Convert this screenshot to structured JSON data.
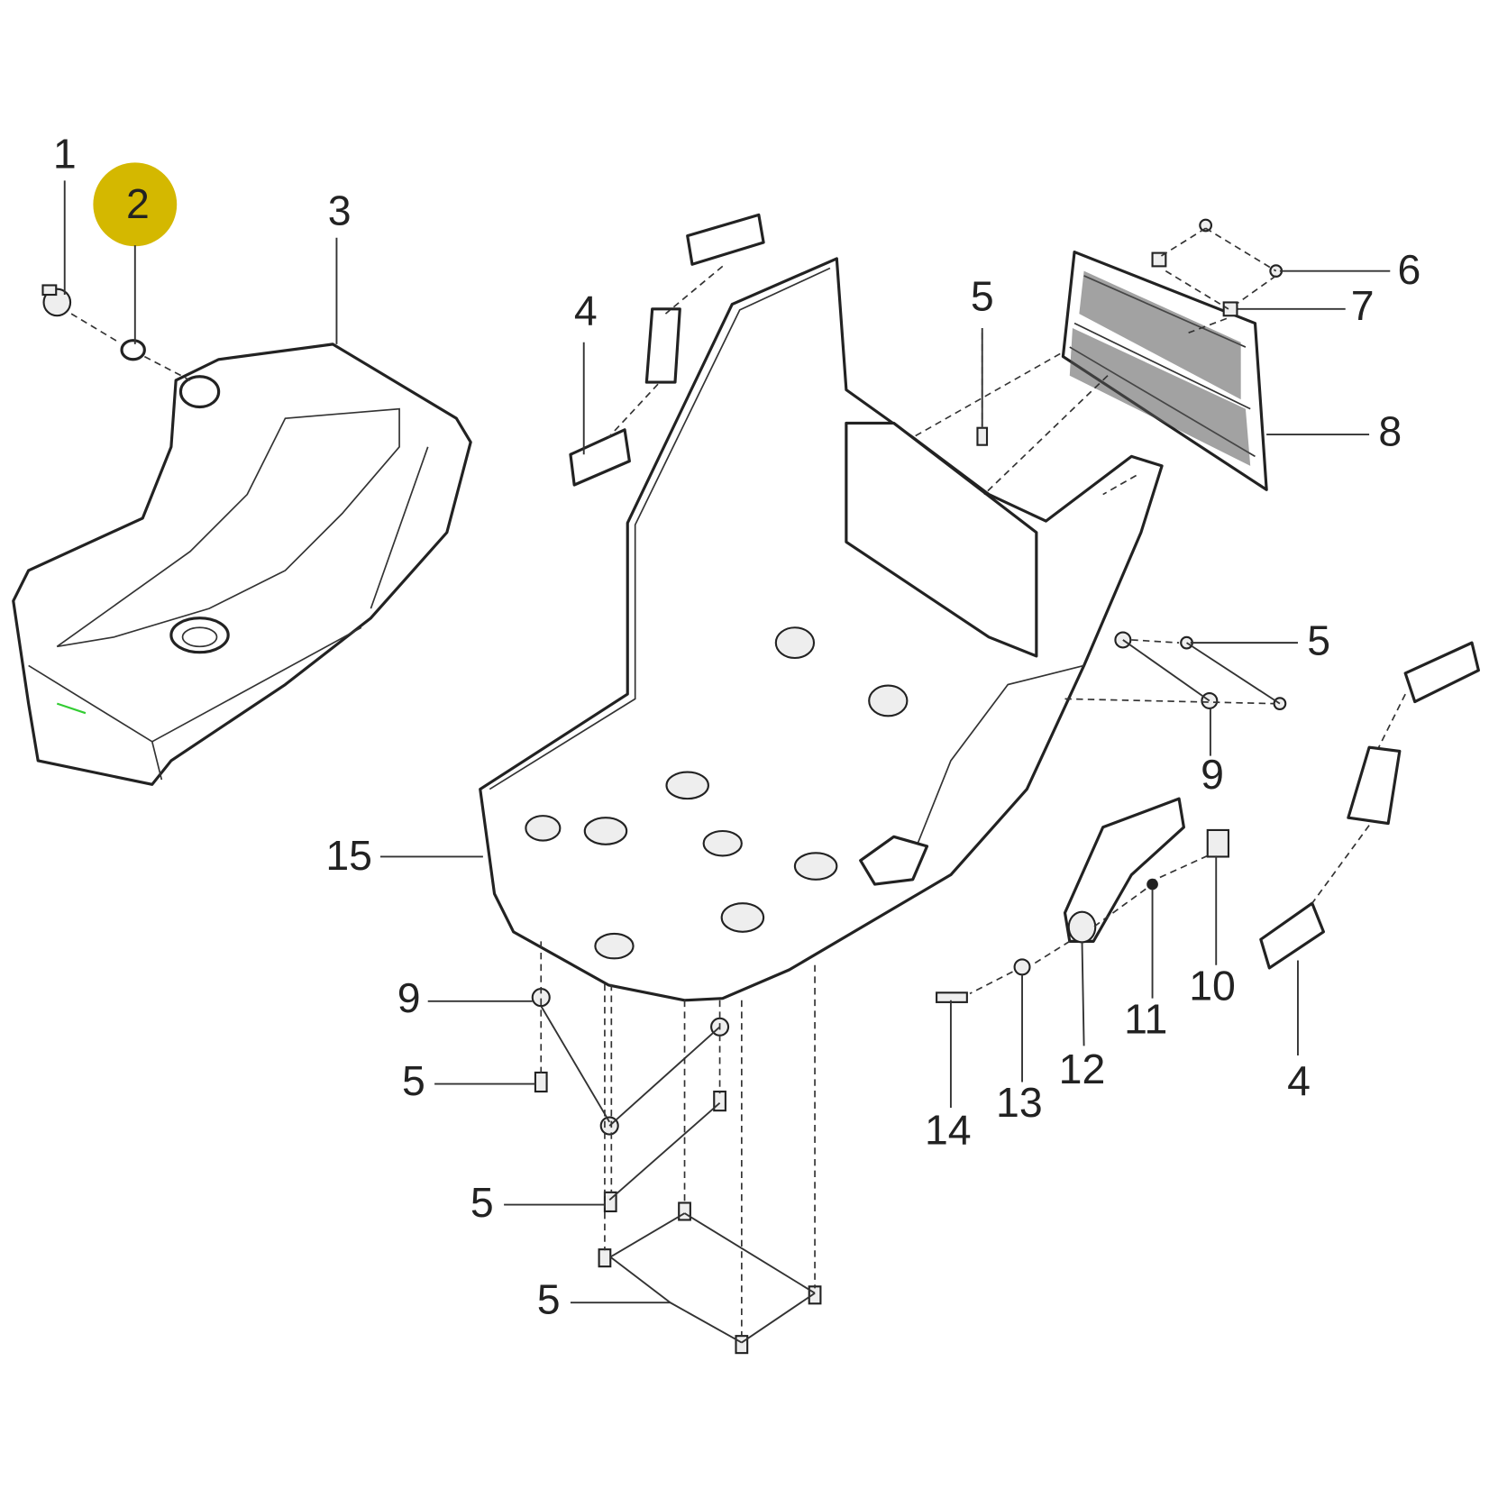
{
  "diagram": {
    "highlight_color": "#d4b800",
    "highlighted_callout": "2",
    "callouts": [
      {
        "id": "c1",
        "text": "1"
      },
      {
        "id": "c2",
        "text": "2"
      },
      {
        "id": "c3",
        "text": "3"
      },
      {
        "id": "c4a",
        "text": "4"
      },
      {
        "id": "c5a",
        "text": "5"
      },
      {
        "id": "c6",
        "text": "6"
      },
      {
        "id": "c7",
        "text": "7"
      },
      {
        "id": "c8",
        "text": "8"
      },
      {
        "id": "c5b",
        "text": "5"
      },
      {
        "id": "c9a",
        "text": "9"
      },
      {
        "id": "c10",
        "text": "10"
      },
      {
        "id": "c11",
        "text": "11"
      },
      {
        "id": "c12",
        "text": "12"
      },
      {
        "id": "c13",
        "text": "13"
      },
      {
        "id": "c14",
        "text": "14"
      },
      {
        "id": "c4b",
        "text": "4"
      },
      {
        "id": "c15",
        "text": "15"
      },
      {
        "id": "c9b",
        "text": "9"
      },
      {
        "id": "c5c",
        "text": "5"
      },
      {
        "id": "c5d",
        "text": "5"
      },
      {
        "id": "c5e",
        "text": "5"
      }
    ]
  }
}
